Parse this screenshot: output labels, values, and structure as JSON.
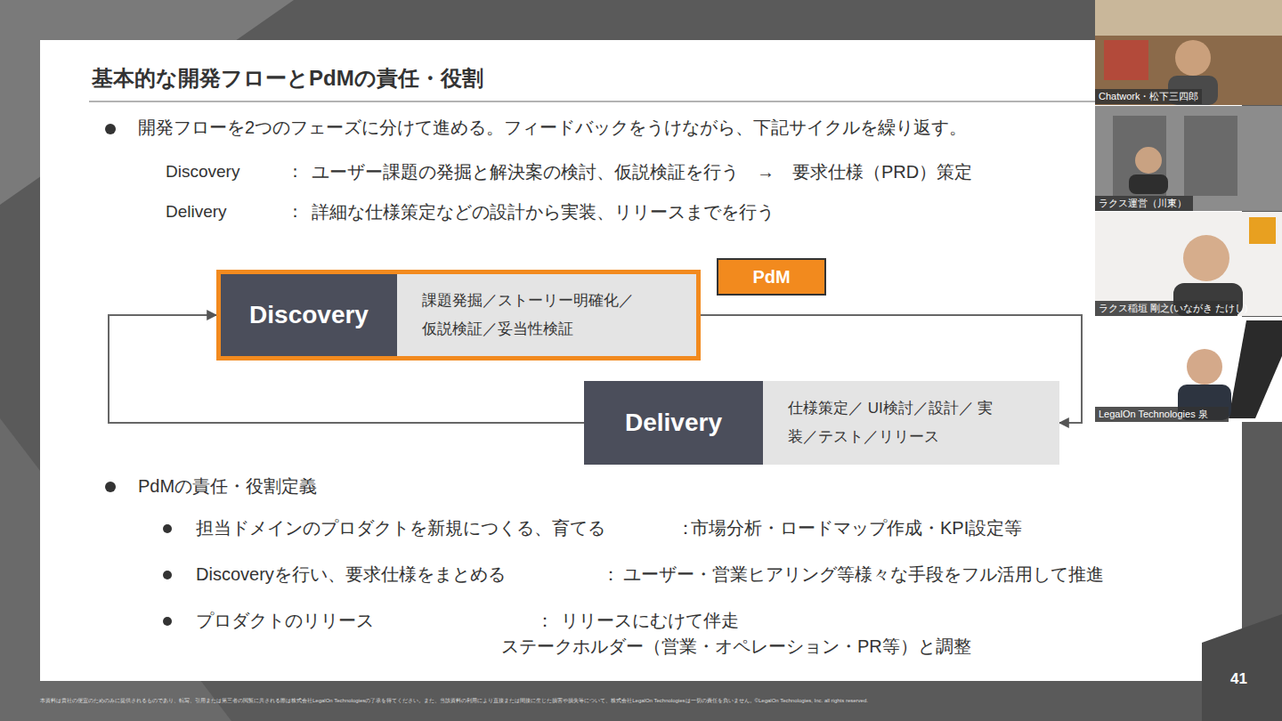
{
  "diagram": {
    "title": "基本的な開発フローとPdMの責任・役割",
    "nodes": [
      {
        "text": [
          "Discovery",
          "課題発掘／ストーリー明確化／ 仮説検証／妥当性検証"
        ]
      },
      {
        "text": [
          "PdM"
        ]
      },
      {
        "text": [
          "Delivery",
          "仕様策定／ UI検討／設計／ 実装／テスト／リリース"
        ]
      }
    ],
    "edges": [
      {
        "from": 0,
        "to": 2,
        "arrow": "to"
      },
      {
        "from": 2,
        "to": 0,
        "arrow": "to"
      }
    ],
    "labels": [
      "開発フローを2つのフェーズに分けて進める。フィードバックをうけながら、下記サイクルを繰り返す。",
      "Discovery",
      "：",
      "ユーザー課題の発掘と解決案の検討、仮説検証を行う　→　要求仕様（PRD）策定",
      "Delivery",
      "：",
      "詳細な仕様策定などの設計から実装、リリースまでを行う",
      "PdMの責任・役割定義",
      "担当ドメインのプロダクトを新規につくる、育てる",
      "：",
      "市場分析・ロードマップ作成・KPI設定等",
      "Discoveryを行い、要求仕様をまとめる",
      "：",
      "ユーザー・営業ヒアリング等様々な手段をフル活用して推進",
      "プロダクトのリリース",
      "：",
      "リリースにむけて伴走",
      "ステークホルダー（営業・オペレーション・PR等）と調整",
      "41",
      "Chatwork・松下三四郎",
      "ラクス運営（川東）",
      "ラクス稲垣 剛之(いながき たけし)",
      "LegalOn Technologies 泉",
      "本資料は貴社の便宜のためのみに提供されるものであり、転写、引用または第三者の閲覧に共される際は株式会社LegalOn Technologiesの了承を得てください。また、当該資料の利用により直接または間接に生じた損害や損失等について、株式会社LegalOn Technologiesは一切の責任を負いません。©LegalOn Technologies, Inc. all rights reserved."
    ]
  }
}
